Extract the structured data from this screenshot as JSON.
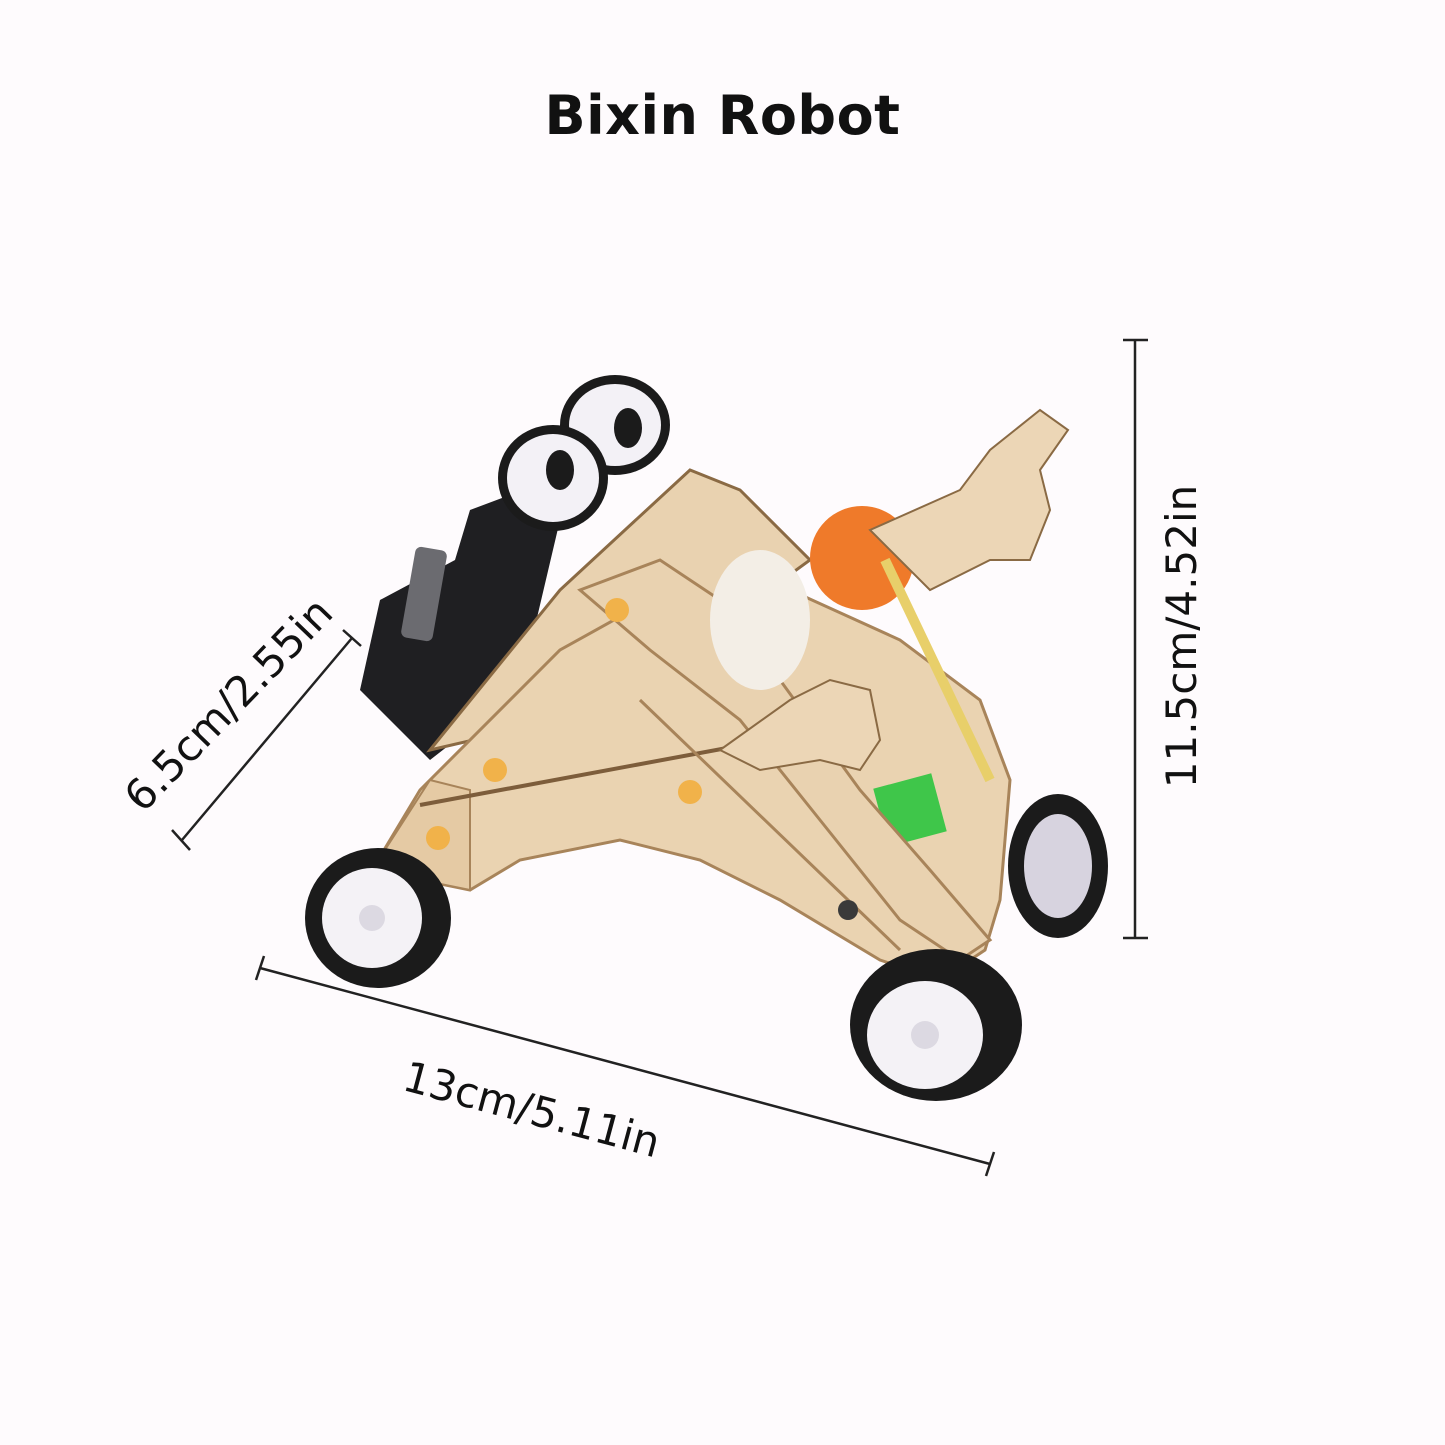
{
  "title": "Bixin Robot",
  "dimensions": {
    "width": "13cm/5.11in",
    "depth": "6.5cm/2.55in",
    "height": "11.5cm/4.52in"
  },
  "colors": {
    "background": "#fefbfd",
    "wood": "#e9d2b0",
    "wood_edge": "#b08a5c",
    "tire": "#1b1b1b",
    "hub": "#f4f2f6",
    "black_part": "#1f1f22",
    "orange_ball": "#ef7a2a",
    "green_part": "#3fc64a"
  },
  "icons": [
    "robot-toy-illustration",
    "dimension-line"
  ]
}
